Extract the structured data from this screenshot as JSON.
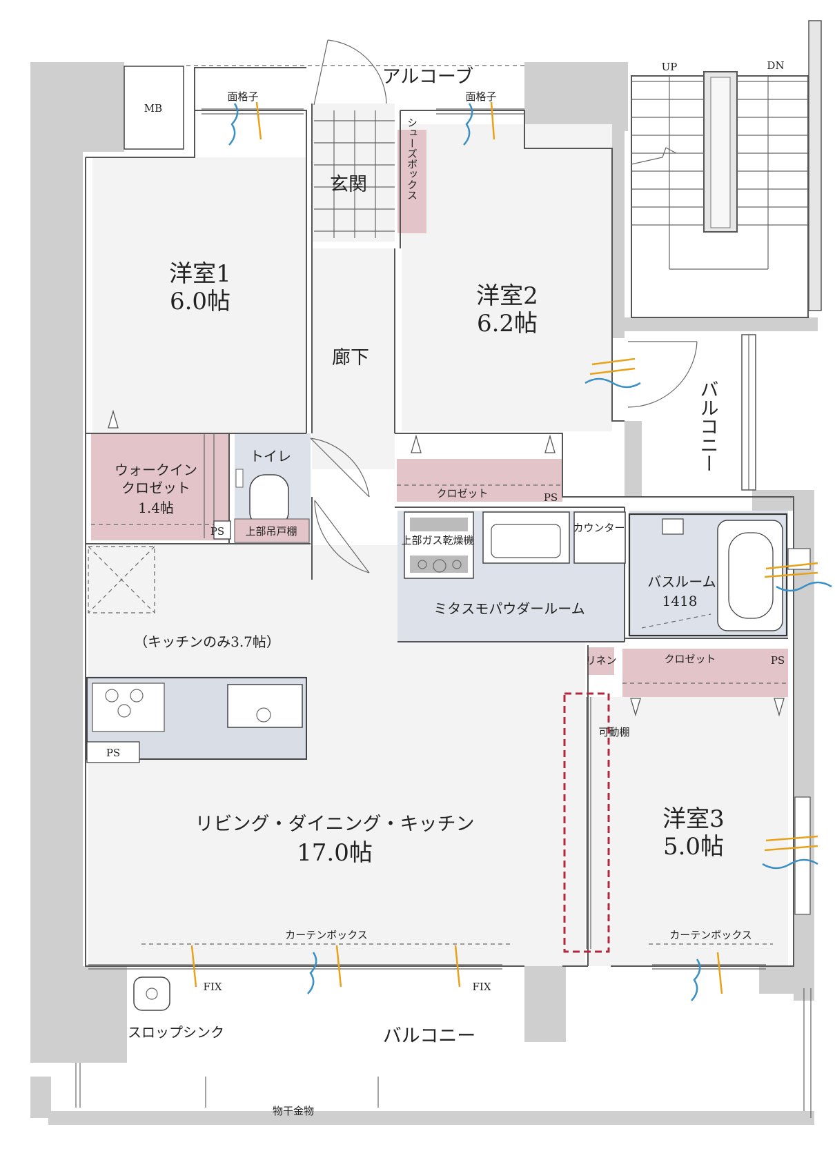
{
  "rooms": {
    "western1": {
      "name": "洋室1",
      "size": "6.0帖"
    },
    "western2": {
      "name": "洋室2",
      "size": "6.2帖"
    },
    "western3": {
      "name": "洋室3",
      "size": "5.0帖"
    },
    "ldk": {
      "name": "リビング・ダイニング・キッチン",
      "size": "17.0帖"
    },
    "kitchen_note": "（キッチンのみ3.7帖）",
    "entrance": "玄関",
    "hallway": "廊下",
    "alcove": "アルコーブ",
    "wic": {
      "line1": "ウォークイン",
      "line2": "クロゼット",
      "size": "1.4帖"
    },
    "toilet": "トイレ",
    "toilet_shelf": "上部吊戸棚",
    "powder": "ミタスモパウダールーム",
    "gas_dryer": "上部ガス乾燥機",
    "counter": "カウンター",
    "bath": {
      "name": "バスルーム",
      "size": "1418"
    },
    "linen": "リネン",
    "shoebox": "シューズボックス"
  },
  "fixtures": {
    "mb": "MB",
    "lattice_left": "面格子",
    "lattice_right": "面格子",
    "closet_2": "クロゼット",
    "closet_3": "クロゼット",
    "ps_wic": "PS",
    "ps_closet2": "PS",
    "ps_closet3": "PS",
    "ps_kitchen": "PS",
    "movable_shelf": "可動棚",
    "curtain_box_left": "カーテンボックス",
    "curtain_box_right": "カーテンボックス",
    "fix_left": "FIX",
    "fix_right": "FIX",
    "slop_sink": "スロップシンク",
    "clothes_pole": "物干金物"
  },
  "outdoor": {
    "balcony_side": "バルコニー",
    "balcony_south": "バルコニー"
  },
  "stairs": {
    "up": "UP",
    "down": "DN"
  },
  "colors": {
    "wall": "#cfcfcf",
    "floor": "#f3f3f3",
    "wet_area": "#dde2ea",
    "closet": "#e3c4c8",
    "vent_orange": "#e8a21a",
    "vent_blue": "#3a8fc4",
    "movable_wall": "#b0283a"
  }
}
